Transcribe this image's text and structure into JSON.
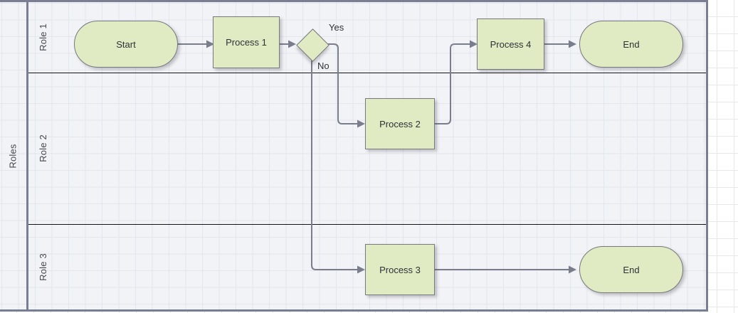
{
  "diagram": {
    "type": "swimlane-flowchart",
    "pool": {
      "header_label": "Roles"
    },
    "lanes": [
      {
        "id": "lane-1",
        "label": "Role 1"
      },
      {
        "id": "lane-2",
        "label": "Role 2"
      },
      {
        "id": "lane-3",
        "label": "Role 3"
      }
    ],
    "nodes": [
      {
        "id": "start",
        "label": "Start",
        "shape": "terminator",
        "lane": "lane-1"
      },
      {
        "id": "process-1",
        "label": "Process 1",
        "shape": "process",
        "lane": "lane-1"
      },
      {
        "id": "decision",
        "label": "",
        "shape": "decision",
        "lane": "lane-1"
      },
      {
        "id": "process-4",
        "label": "Process 4",
        "shape": "process",
        "lane": "lane-1"
      },
      {
        "id": "end-1",
        "label": "End",
        "shape": "terminator",
        "lane": "lane-1"
      },
      {
        "id": "process-2",
        "label": "Process 2",
        "shape": "process",
        "lane": "lane-2"
      },
      {
        "id": "process-3",
        "label": "Process 3",
        "shape": "process",
        "lane": "lane-3"
      },
      {
        "id": "end-2",
        "label": "End",
        "shape": "terminator",
        "lane": "lane-3"
      }
    ],
    "edge_labels": [
      {
        "id": "yes",
        "text": "Yes"
      },
      {
        "id": "no",
        "text": "No"
      }
    ],
    "colors": {
      "node_fill": "#E0EAC3",
      "node_stroke": "#76797E",
      "connector": "#7A7E8C",
      "pool_border": "#7A7E93",
      "pool_background": "#F2F3F7",
      "lane_divider": "#14151A",
      "canvas_background": "#FFFFFF"
    }
  }
}
